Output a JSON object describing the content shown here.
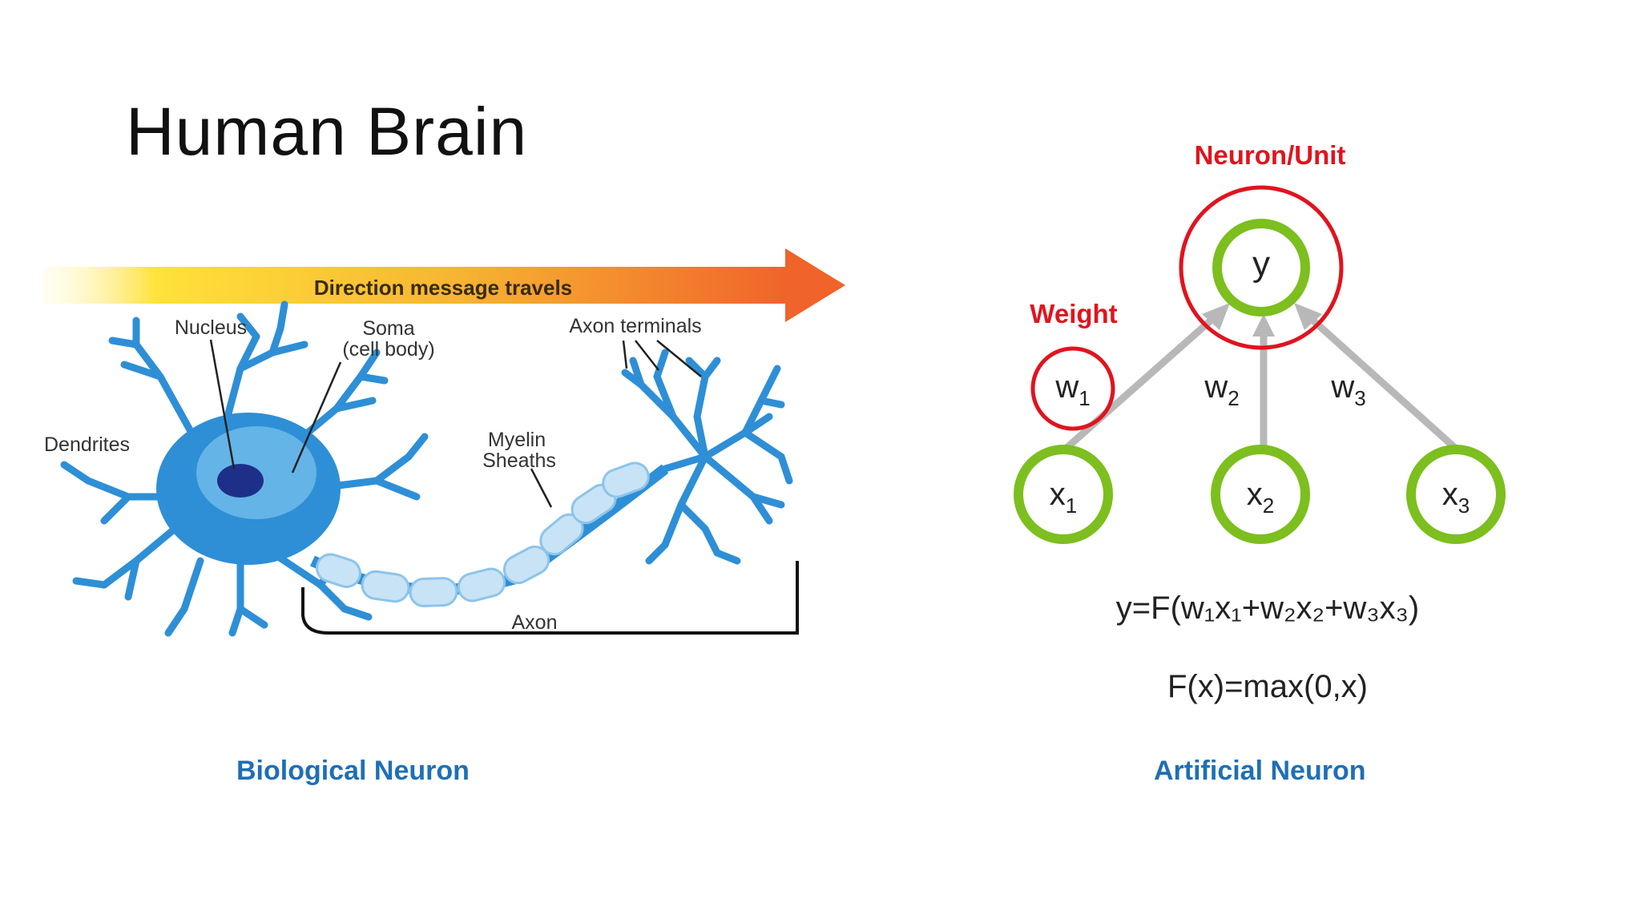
{
  "slide": {
    "title": "Human Brain"
  },
  "biological": {
    "arrow_label": "Direction message travels",
    "labels": {
      "nucleus": "Nucleus",
      "soma_line1": "Soma",
      "soma_line2": "(cell body)",
      "dendrites": "Dendrites",
      "axon_terminals": "Axon terminals",
      "myelin_line1": "Myelin",
      "myelin_line2": "Sheaths",
      "axon": "Axon"
    },
    "caption": "Biological Neuron",
    "colors": {
      "neuron_blue": "#2e8fd6",
      "soma_light": "#7cc3ef",
      "nucleus": "#1e2f8a",
      "myelin": "#c8e3f5",
      "arrow_start": "#ffe23a",
      "arrow_end": "#f0632a"
    }
  },
  "artificial": {
    "unit_label": "Neuron/Unit",
    "weight_label": "Weight",
    "output_node": "y",
    "inputs": [
      {
        "base": "x",
        "sub": "1"
      },
      {
        "base": "x",
        "sub": "2"
      },
      {
        "base": "x",
        "sub": "3"
      }
    ],
    "weights": [
      {
        "base": "w",
        "sub": "1"
      },
      {
        "base": "w",
        "sub": "2"
      },
      {
        "base": "w",
        "sub": "3"
      }
    ],
    "formula_main": "y=F(w₁x₁+w₂x₂+w₃x₃)",
    "formula_activation": "F(x)=max(0,x)",
    "caption": "Artificial Neuron",
    "colors": {
      "node_green": "#7cbf1e",
      "highlight_red": "#e0141e",
      "edge_gray": "#b8b8b8"
    }
  }
}
